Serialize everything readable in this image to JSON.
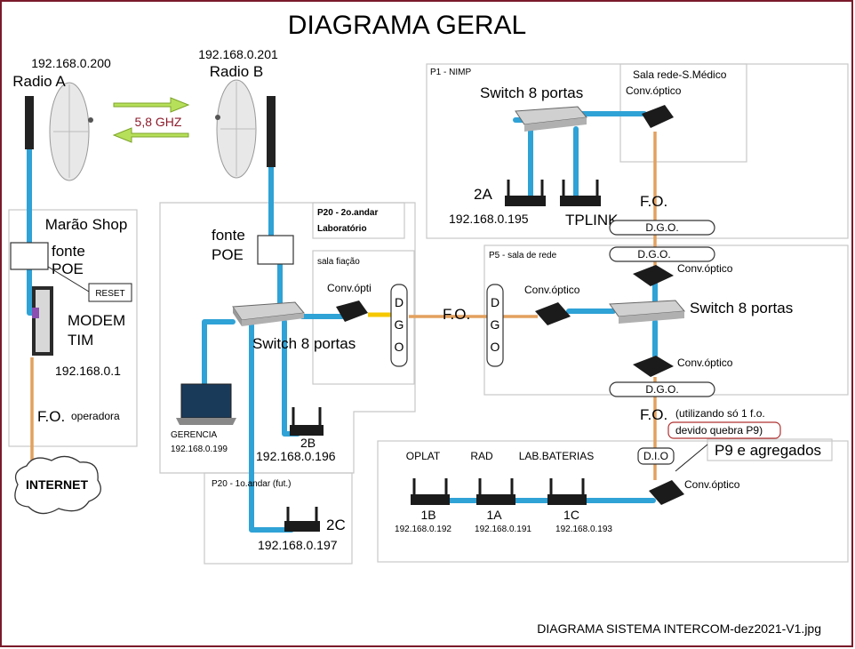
{
  "title": "DIAGRAMA GERAL",
  "footer": "DIAGRAMA SISTEMA INTERCOM-dez2021-V1.jpg",
  "radio_link": {
    "radio_a_label": "Radio A",
    "radio_a_ip": "192.168.0.200",
    "radio_b_label": "Radio B",
    "radio_b_ip": "192.168.0.201",
    "frequency": "5,8 GHZ"
  },
  "marao_shop": {
    "title": "Marão Shop",
    "fonte_line1": "fonte",
    "fonte_line2": "POE",
    "reset": "RESET",
    "modem_line1": "MODEM",
    "modem_line2": "TIM",
    "modem_ip": "192.168.0.1",
    "fo_label": "F.O.",
    "fo_sub": "operadora",
    "internet": "INTERNET"
  },
  "p20_lab": {
    "title_line1": "P20 - 2o.andar",
    "title_line2": "Laboratório",
    "fonte_line1": "fonte",
    "fonte_line2": "POE",
    "switch_label": "Switch 8 portas",
    "gerencia_label": "GERENCIA",
    "gerencia_ip": "192.168.0.199",
    "router_2b_label": "2B",
    "router_2b_ip": "192.168.0.196",
    "sala_fiacao": "sala fiação",
    "conv_label": "Conv.ópti",
    "dgo_letters": [
      "D",
      "G",
      "O"
    ]
  },
  "p20_fut": {
    "title": "P20 - 1o.andar (fut.)",
    "router_label": "2C",
    "router_ip": "192.168.0.197"
  },
  "p1_nimp": {
    "title": "P1 - NIMP",
    "sala_rede": "Sala rede-S.Médico",
    "switch_label": "Switch 8 portas",
    "conv_label": "Conv.óptico",
    "router_2a_label": "2A",
    "router_2a_ip": "192.168.0.195",
    "tplink_label": "TPLINK",
    "fo_label": "F.O.",
    "dgo_label": "D.G.O."
  },
  "p5": {
    "title": "P5 - sala de rede",
    "dgo_top": "D.G.O.",
    "conv_top": "Conv.óptico",
    "conv_left": "Conv.óptico",
    "switch_label": "Switch 8 portas",
    "conv_bottom": "Conv.óptico",
    "dgo_bottom": "D.G.O.",
    "dgo_letters": [
      "D",
      "G",
      "O"
    ],
    "fo_mid": "F.O."
  },
  "p9": {
    "fo_label": "F.O.",
    "note_line1": "(utilizando só 1 f.o.",
    "note_line2": "devido quebra P9)",
    "dio": "D.I.O",
    "title": "P9 e agregados",
    "conv_label": "Conv.óptico",
    "devices": [
      {
        "top": "OPLAT",
        "id": "1B",
        "ip": "192.168.0.192"
      },
      {
        "top": "RAD",
        "id": "1A",
        "ip": "192.168.0.191"
      },
      {
        "top": "LAB.BATERIAS",
        "id": "1C",
        "ip": "192.168.0.193"
      }
    ]
  }
}
